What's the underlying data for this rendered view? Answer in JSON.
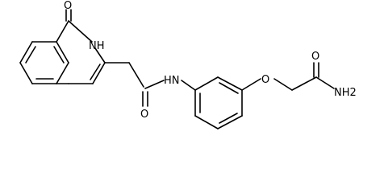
{
  "atoms": {
    "o_lactam": "O",
    "nh_ring": "NH",
    "nh_amide": "HN",
    "o_amide": "O",
    "o_ether": "O",
    "o_terminal": "O",
    "nh2": "NH2"
  },
  "colors": {
    "bond": "#000000",
    "background": "#ffffff"
  }
}
